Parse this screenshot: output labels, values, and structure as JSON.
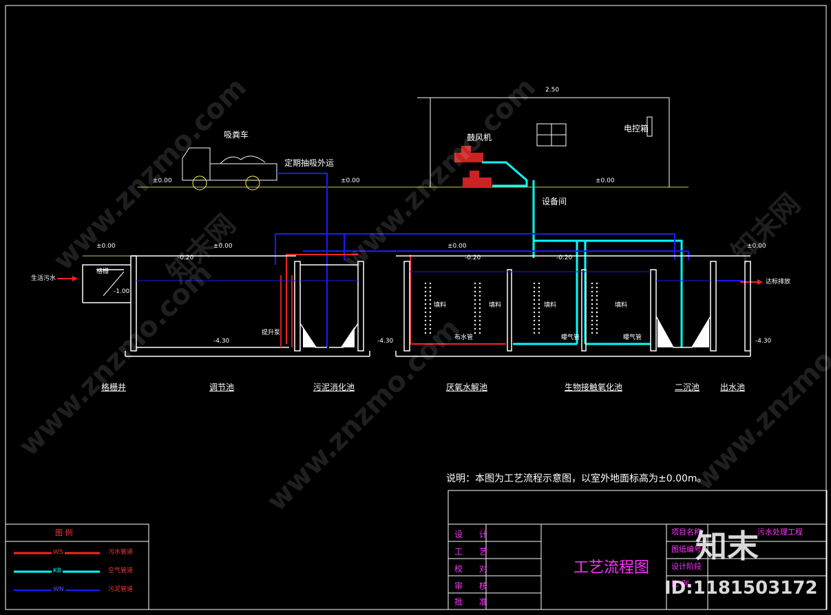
{
  "labels": {
    "truck": "吸粪车",
    "periodic": "定期抽吸外运",
    "blower": "鼓风机",
    "control_box": "电控箱",
    "equipment_room": "设备间",
    "inflow": "生活污水",
    "outflow": "达标排放",
    "grille": "格栅",
    "pump": "提升泵"
  },
  "elevations": {
    "roof": "2.50",
    "ground_left": "±0.00",
    "ground_mid": "±0.00",
    "ground_right": "±0.00",
    "tank_top_1": "±0.00",
    "tank_top_2": "±0.00",
    "tank_top_3": "±0.00",
    "tank_top_4": "±0.00",
    "water_1": "-0.20",
    "water_2": "-0.20",
    "water_3": "-0.20",
    "grille_depth": "-1.00",
    "bottom_1": "-4.30",
    "bottom_2": "-4.30",
    "bottom_3": "-4.30"
  },
  "tanks": [
    "格栅井",
    "调节池",
    "污泥消化池",
    "厌氧水解池",
    "生物接触氧化池",
    "二沉池",
    "出水池"
  ],
  "inner_labels": {
    "filler_1": "填料",
    "filler_2": "填料",
    "filler_3": "填料",
    "filler_4": "填料",
    "aer_1": "曝气管",
    "aer_2": "曝气管",
    "water_dist": "布水管"
  },
  "note": "说明：本图为工艺流程示意图，以室外地面标高为±0.00m。",
  "title_block": {
    "roles": [
      "设 计",
      "工 艺",
      "校 对",
      "审 核",
      "批 准"
    ],
    "drawing_title": "工艺流程图",
    "fields": [
      "项目名称",
      "图纸编号",
      "设计阶段",
      "比   例"
    ],
    "project_name": "污水处理工程"
  },
  "legend": {
    "title": "图    例",
    "items": [
      {
        "code": "WS",
        "desc": "污水管道",
        "color": "#ff2222"
      },
      {
        "code": "KB",
        "desc": "空气管道",
        "color": "#00ffff"
      },
      {
        "code": "WN",
        "desc": "污泥管道",
        "color": "#2222ff"
      }
    ]
  },
  "watermark": {
    "site": "www.znzmo.com",
    "brand": "知末网",
    "logo": "知末",
    "id": "ID:1181503172"
  },
  "colors": {
    "sewage": "#ff2222",
    "air": "#00ffff",
    "sludge": "#1a1aff",
    "structure": "#ffffff",
    "ground": "#cccc55",
    "text_accent": "#ff33ff"
  }
}
